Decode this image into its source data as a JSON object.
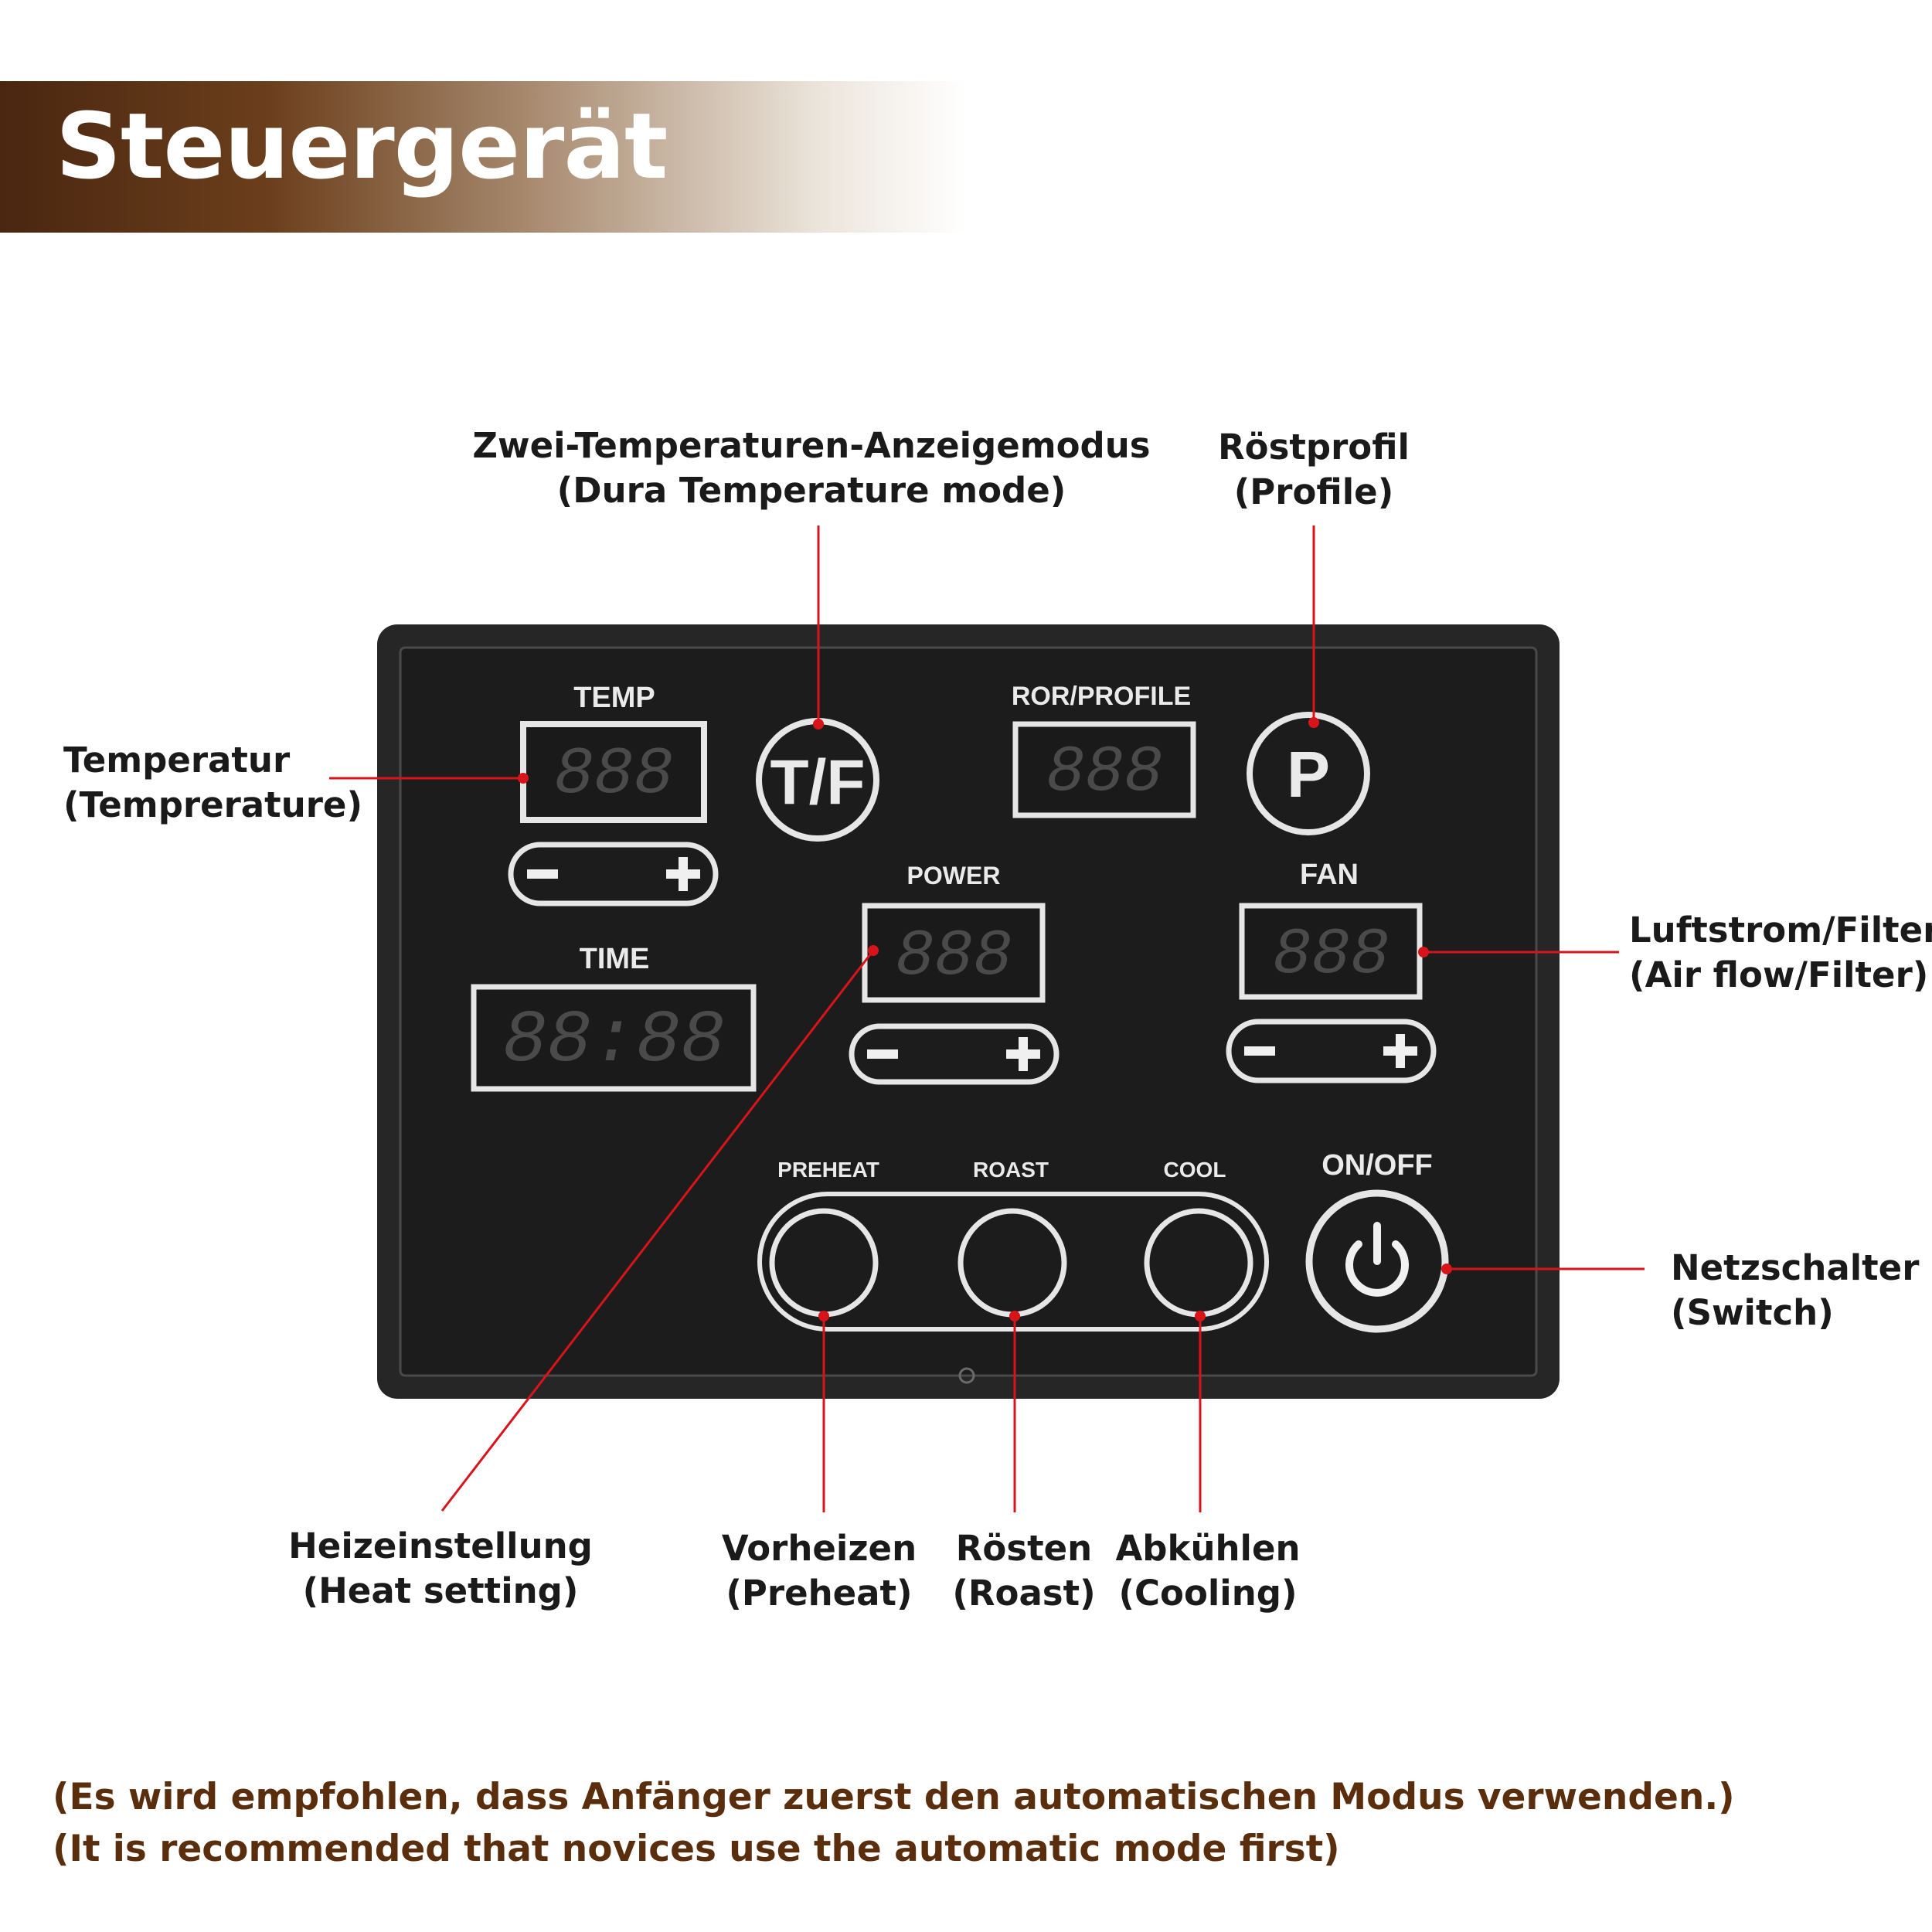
{
  "banner": {
    "title": "Steuergerät"
  },
  "panel": {
    "labels": {
      "temp": "TEMP",
      "ror_profile": "ROR/PROFILE",
      "power": "POWER",
      "fan": "FAN",
      "time": "TIME",
      "preheat": "PREHEAT",
      "roast": "ROAST",
      "cool": "COOL",
      "on_off": "ON/OFF",
      "tf_button": "T/F",
      "profile_button": "P"
    },
    "displays": {
      "temp": "888",
      "ror_profile": "888",
      "power": "888",
      "fan": "888",
      "time": "88:88"
    },
    "colors": {
      "panel": "#1e1e1e",
      "leader": "#d8141b",
      "banner": "#4a2610",
      "footer_text": "#5a2d0c"
    },
    "icons": [
      "minus-icon",
      "plus-icon",
      "power-icon"
    ]
  },
  "annotations": {
    "dual_temp": {
      "de": "Zwei-Temperaturen-Anzeigemodus",
      "en": "(Dura Temperature mode)"
    },
    "profile": {
      "de": "Röstprofil",
      "en": "(Profile)"
    },
    "temperature": {
      "de": "Temperatur",
      "en": "(Temprerature)"
    },
    "airflow": {
      "de": "Luftstrom/Filter",
      "en": "(Air flow/Filter)"
    },
    "switch": {
      "de": "Netzschalter",
      "en": "(Switch)"
    },
    "heat": {
      "de": "Heizeinstellung",
      "en": "(Heat setting)"
    },
    "preheat": {
      "de": "Vorheizen",
      "en": "(Preheat)"
    },
    "roast": {
      "de": "Rösten",
      "en": "(Roast)"
    },
    "cooling": {
      "de": "Abkühlen",
      "en": "(Cooling)"
    }
  },
  "footer": {
    "line1": "(Es wird empfohlen, dass Anfänger zuerst den automatischen Modus verwenden.)",
    "line2": "(It is recommended that novices use the automatic mode first)"
  }
}
